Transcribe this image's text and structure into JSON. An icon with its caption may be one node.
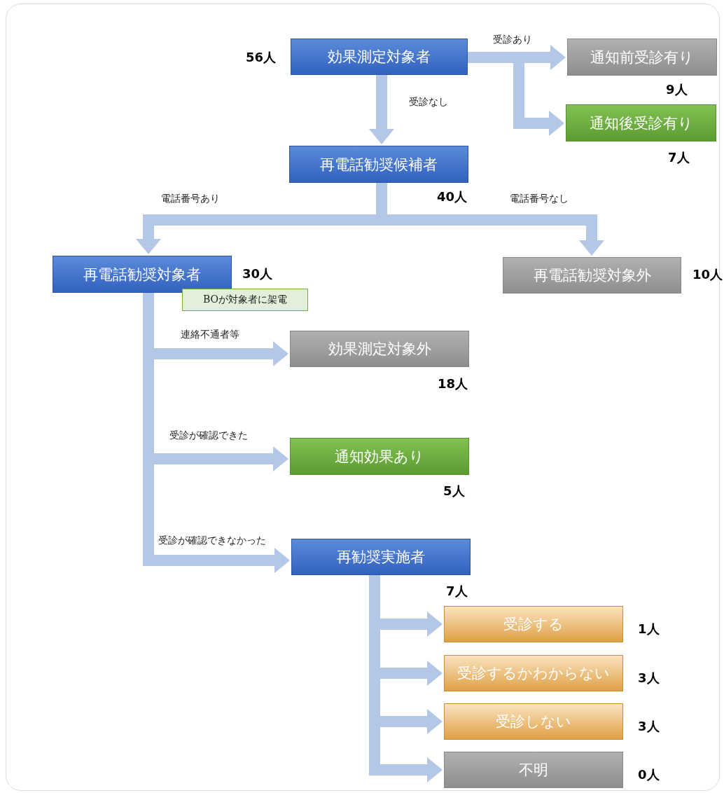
{
  "diagram": {
    "nodes": [
      {
        "text": [
          "効果測定対象者"
        ],
        "beside": [
          "56人"
        ]
      },
      {
        "text": [
          "通知前受診有り"
        ],
        "beside": [
          "9人"
        ]
      },
      {
        "text": [
          "通知後受診有り"
        ],
        "beside": [
          "7人"
        ]
      },
      {
        "text": [
          "再電話勧奨候補者"
        ],
        "beside": [
          "40人"
        ]
      },
      {
        "text": [
          "再電話勧奨対象者"
        ],
        "beside": [
          "30人"
        ]
      },
      {
        "text": [
          "再電話勧奨対象外"
        ],
        "beside": [
          "10人"
        ]
      },
      {
        "text": [
          "BOが対象者に架電"
        ]
      },
      {
        "text": [
          "効果測定対象外"
        ],
        "beside": [
          "18人"
        ]
      },
      {
        "text": [
          "通知効果あり"
        ],
        "beside": [
          "5人"
        ]
      },
      {
        "text": [
          "再勧奨実施者"
        ],
        "beside": [
          "7人"
        ]
      },
      {
        "text": [
          "受診する"
        ],
        "beside": [
          "1人"
        ]
      },
      {
        "text": [
          "受診するかわからない"
        ],
        "beside": [
          "3人"
        ]
      },
      {
        "text": [
          "受診しない"
        ],
        "beside": [
          "3人"
        ]
      },
      {
        "text": [
          "不明"
        ],
        "beside": [
          "0人"
        ]
      }
    ],
    "edges": [
      {
        "from": 0,
        "to": 1,
        "arrow": "to",
        "label": "受診あり"
      },
      {
        "from": 0,
        "to": 2,
        "arrow": "to"
      },
      {
        "from": 0,
        "to": 3,
        "arrow": "to",
        "label": "受診なし"
      },
      {
        "from": 3,
        "to": 4,
        "arrow": "to",
        "label": "電話番号あり"
      },
      {
        "from": 3,
        "to": 5,
        "arrow": "to",
        "label": "電話番号なし"
      },
      {
        "from": 4,
        "to": 7,
        "arrow": "to",
        "label": "連絡不通者等"
      },
      {
        "from": 4,
        "to": 8,
        "arrow": "to",
        "label": "受診が確認できた"
      },
      {
        "from": 4,
        "to": 9,
        "arrow": "to",
        "label": "受診が確認できなかった"
      },
      {
        "from": 9,
        "to": 10,
        "arrow": "to"
      },
      {
        "from": 9,
        "to": 11,
        "arrow": "to"
      },
      {
        "from": 9,
        "to": 12,
        "arrow": "to"
      },
      {
        "from": 9,
        "to": 13,
        "arrow": "to"
      }
    ]
  }
}
